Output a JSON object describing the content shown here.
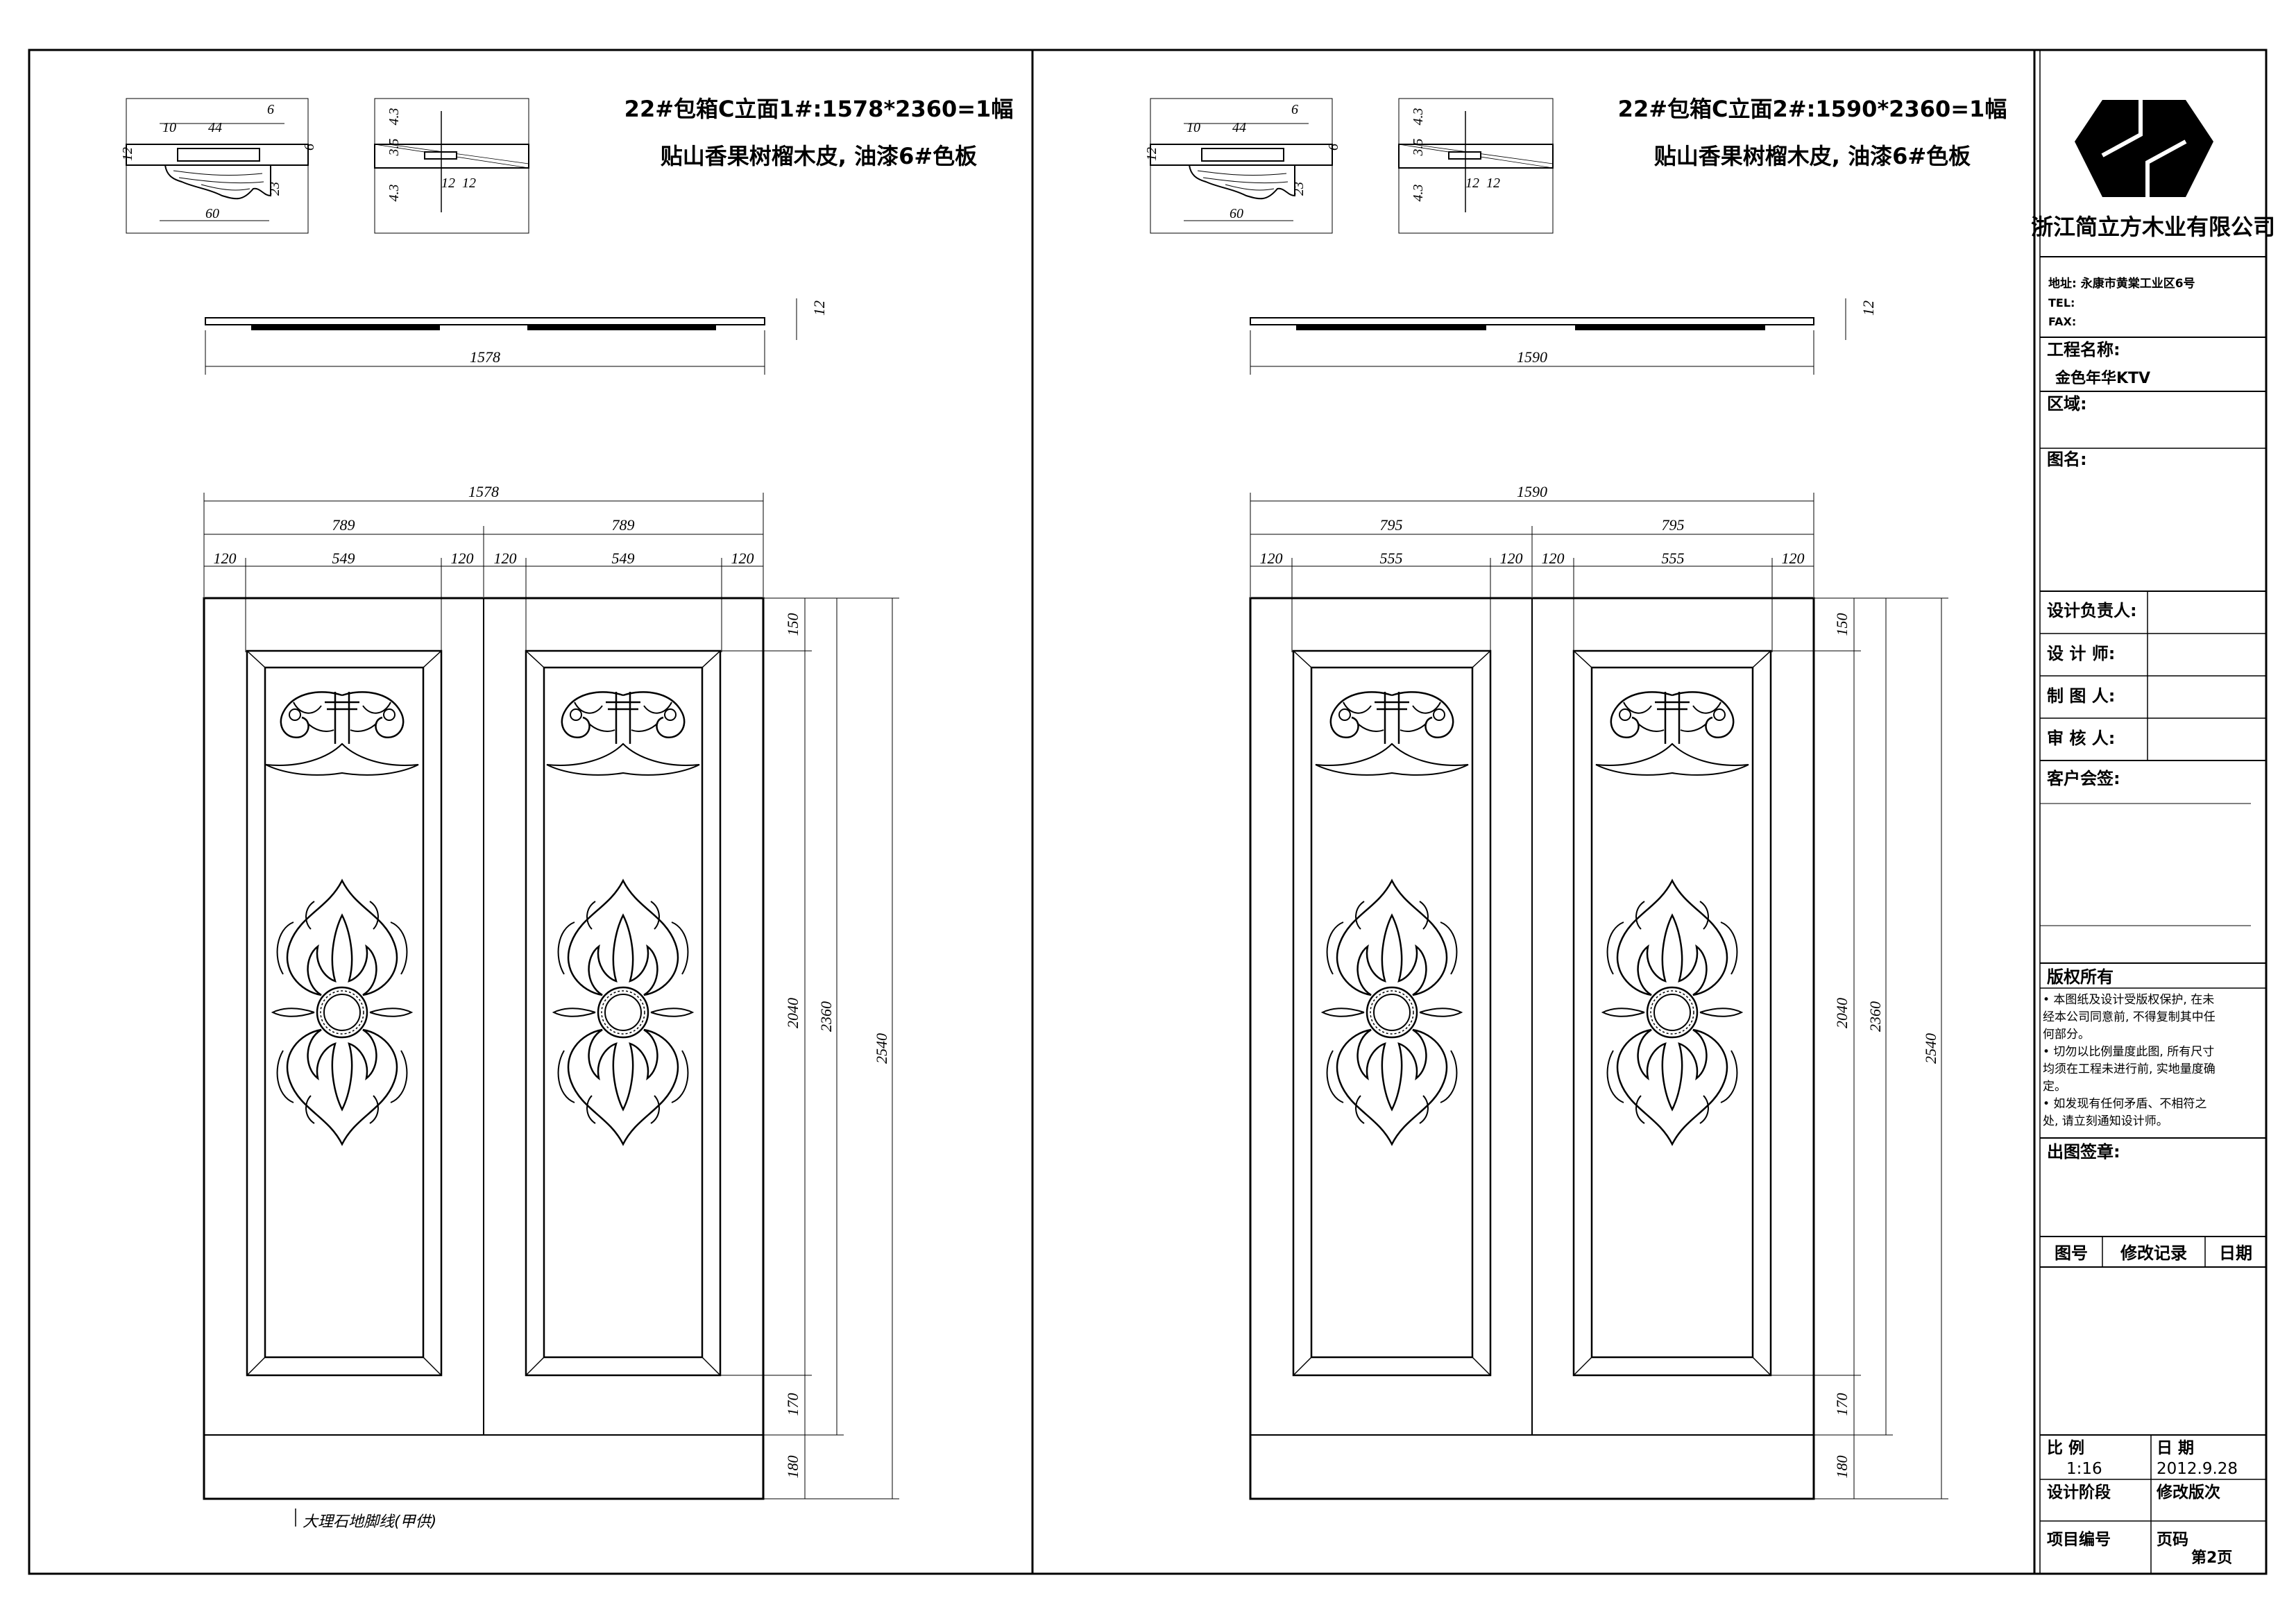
{
  "sheet": {
    "company": "浙江简立方木业有限公司",
    "address": "地址: 永康市黄棠工业区6号",
    "tel": "TEL:",
    "fax": "FAX:",
    "project_label": "工程名称:",
    "project_name": "金色年华KTV",
    "area_label": "区域:",
    "drawing_name_label": "图名:",
    "design_lead_label": "设计负责人:",
    "designer_label": "设 计 师:",
    "drafter_label": "制 图 人:",
    "reviewer_label": "审 核 人:",
    "client_sign_label": "客户会签:",
    "copyright_title": "版权所有",
    "copyright_lines": [
      "• 本图纸及设计受版权保护, 在未",
      "经本公司同意前, 不得复制其中任",
      "何部分。",
      "• 切勿以比例量度此图, 所有尺寸",
      "均须在工程未进行前, 实地量度确",
      "定。",
      "• 如发现有任何矛盾、不相符之",
      "处, 请立刻通知设计师。"
    ],
    "issue_stamp_label": "出图签章:",
    "rev_headers": [
      "图号",
      "修改记录",
      "日期"
    ],
    "scale_label": "比 例",
    "scale_value": "1:16",
    "date_label": "日 期",
    "date_value": "2012.9.28",
    "stage_label": "设计阶段",
    "revision_label": "修改版次",
    "project_no_label": "项目编号",
    "page_label": "页码",
    "page_value": "第2页"
  },
  "panels": [
    {
      "title": "22#包箱C立面1#:1578*2360=1幅",
      "note": "贴山香果树榴木皮, 油漆6#色板",
      "plan_width": "1578",
      "plan_thickness": "12",
      "overall_width": "1578",
      "half_widths": [
        "789",
        "789"
      ],
      "sub_widths": [
        "120",
        "549",
        "120",
        "120",
        "549",
        "120"
      ],
      "heights": [
        "150",
        "2040",
        "170",
        "180",
        "2360",
        "2540"
      ],
      "base_note": "大理石地脚线(甲供)"
    },
    {
      "title": "22#包箱C立面2#:1590*2360=1幅",
      "note": "贴山香果树榴木皮, 油漆6#色板",
      "plan_width": "1590",
      "plan_thickness": "12",
      "overall_width": "1590",
      "half_widths": [
        "795",
        "795"
      ],
      "sub_widths": [
        "120",
        "555",
        "120",
        "120",
        "555",
        "120"
      ],
      "heights": [
        "150",
        "2040",
        "170",
        "180",
        "2360",
        "2540"
      ],
      "base_note": ""
    }
  ],
  "details": {
    "molding": [
      "10",
      "44",
      "6",
      "12",
      "6",
      "23",
      "60"
    ],
    "joint": [
      "4.3",
      "3.5",
      "4.3",
      "12",
      "12"
    ]
  }
}
